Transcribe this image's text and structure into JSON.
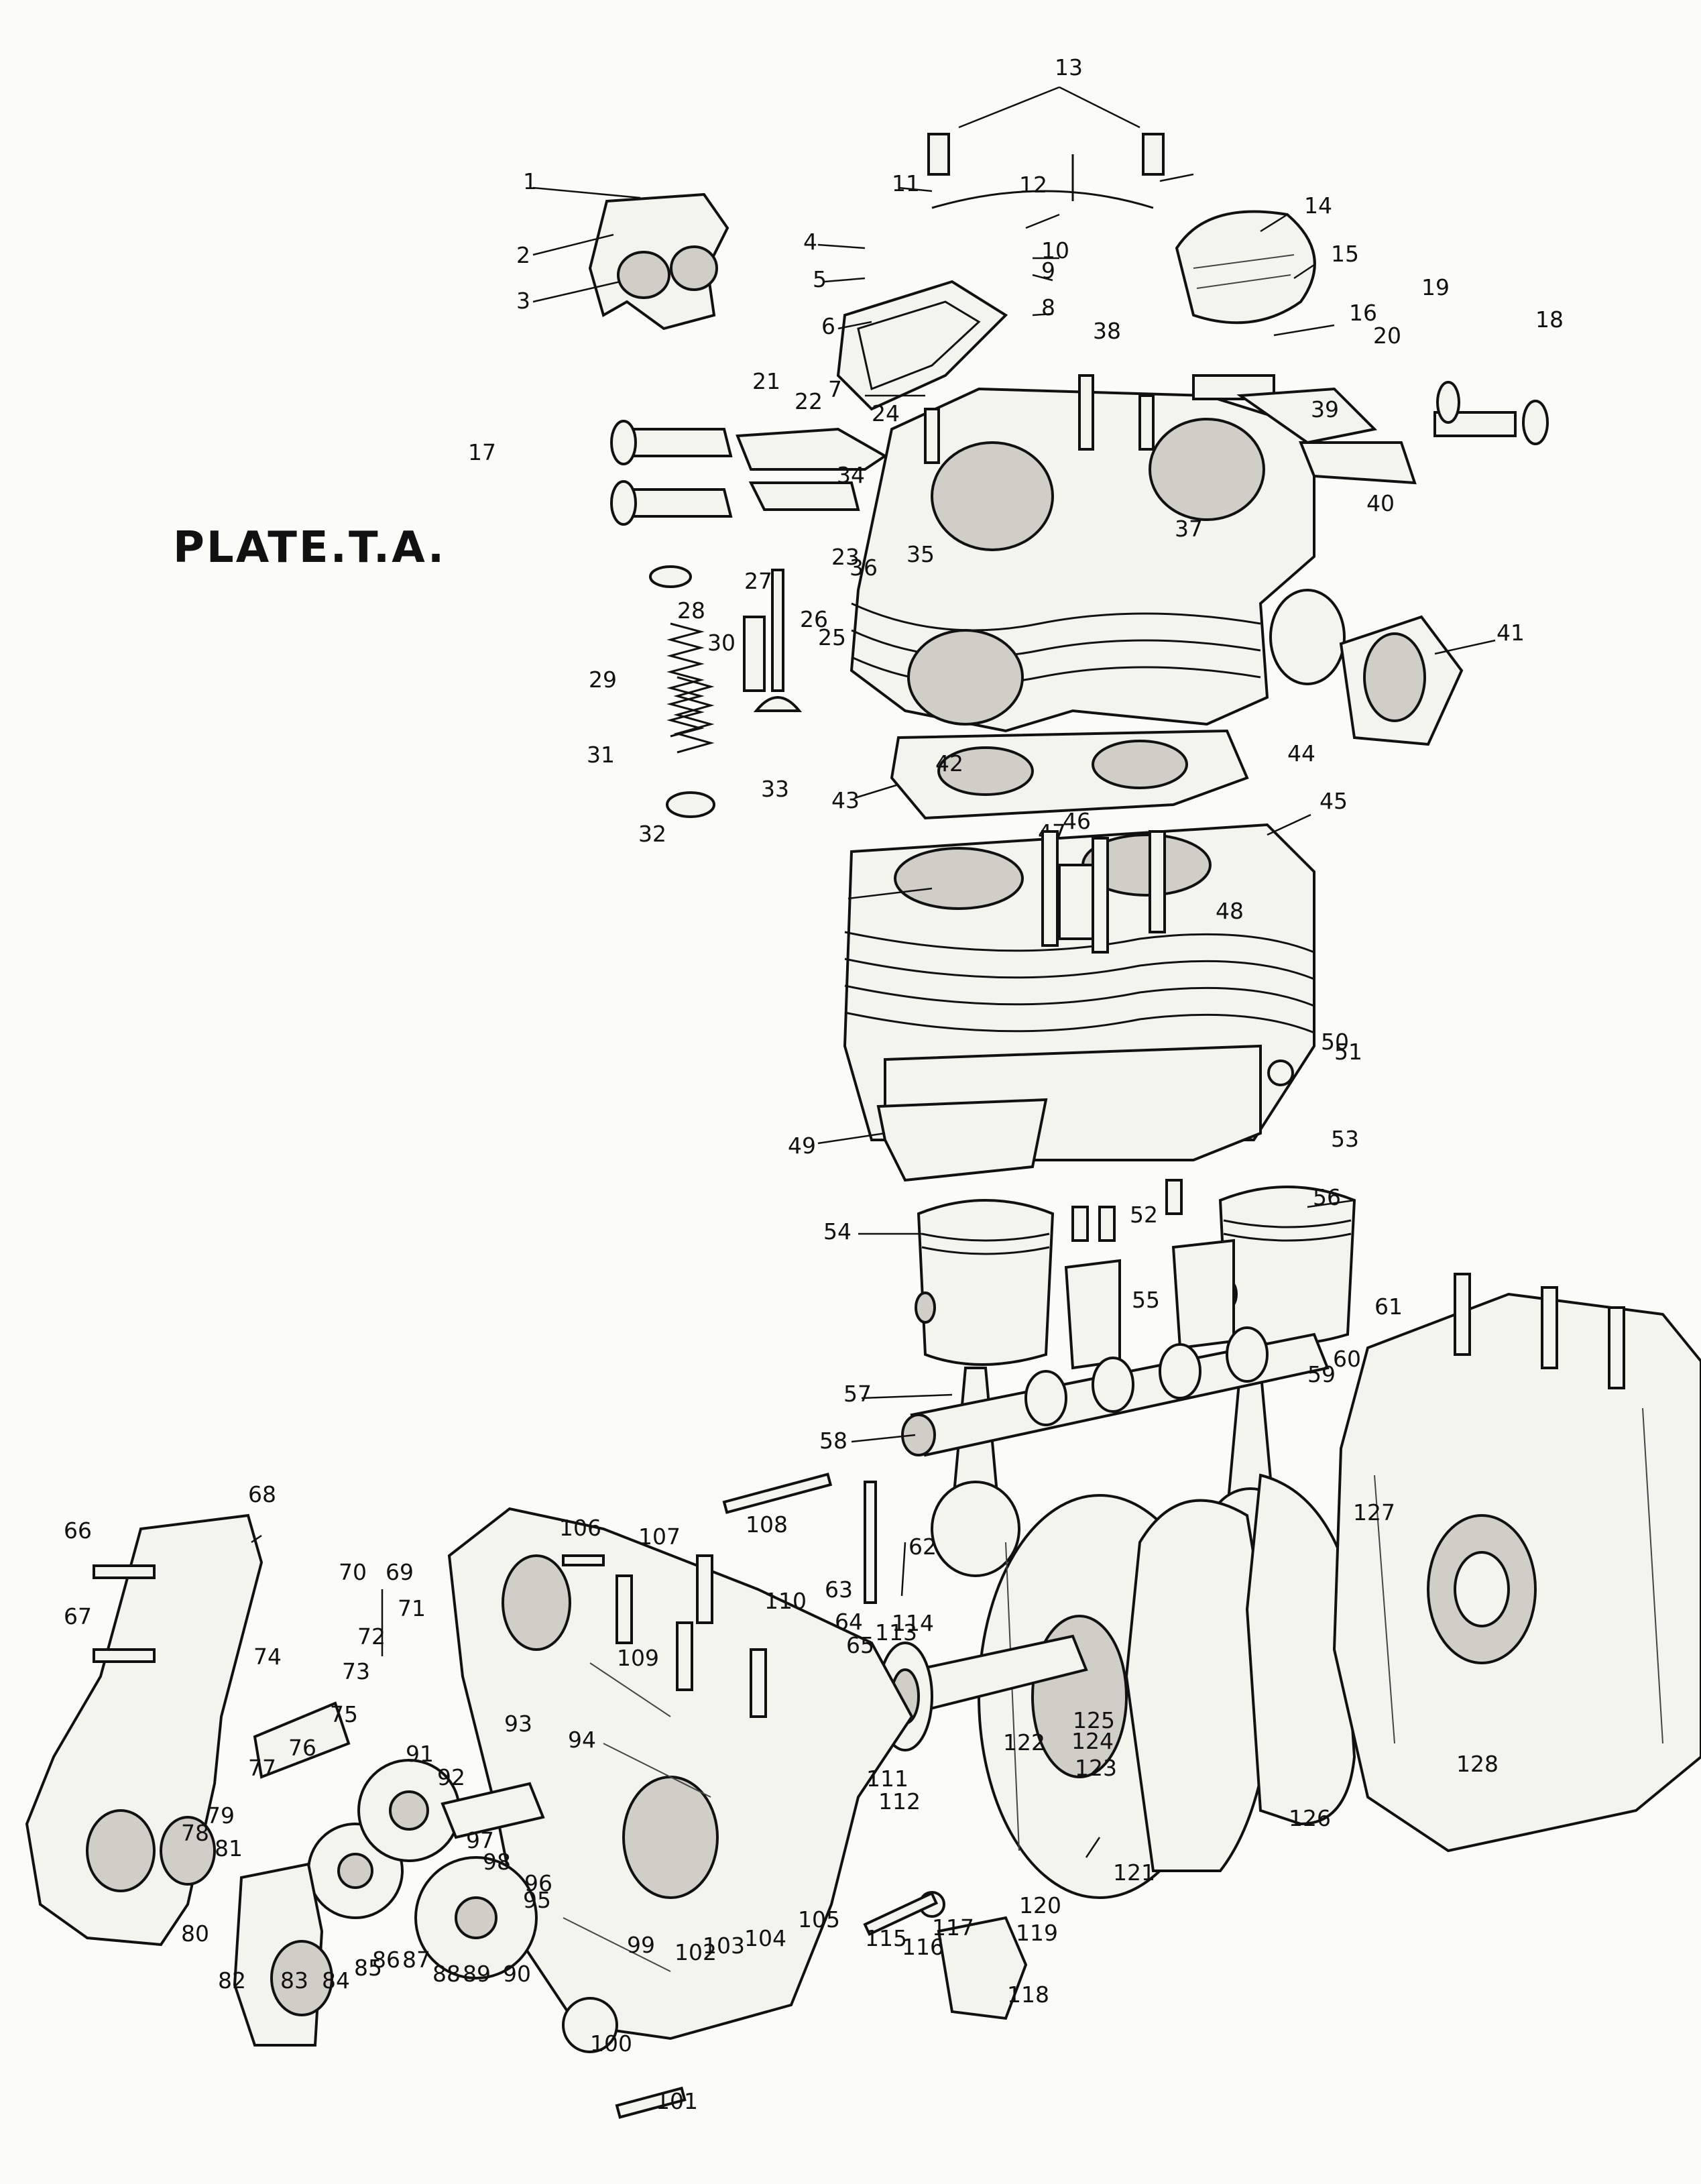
{
  "plate_title": "PLATE.T.A.",
  "callouts": [
    "1",
    "2",
    "3",
    "4",
    "5",
    "6",
    "7",
    "8",
    "9",
    "10",
    "11",
    "12",
    "13",
    "14",
    "15",
    "16",
    "17",
    "18",
    "19",
    "20",
    "21",
    "22",
    "23",
    "24",
    "25",
    "26",
    "27",
    "28",
    "29",
    "30",
    "31",
    "32",
    "33",
    "34",
    "35",
    "36",
    "37",
    "38",
    "39",
    "40",
    "41",
    "42",
    "43",
    "44",
    "45",
    "46",
    "47",
    "48",
    "49",
    "50",
    "51",
    "52",
    "53",
    "54",
    "55",
    "56",
    "57",
    "58",
    "59",
    "60",
    "61",
    "62",
    "63",
    "64",
    "65",
    "66",
    "67",
    "68",
    "69",
    "70",
    "71",
    "72",
    "73",
    "74",
    "75",
    "76",
    "77",
    "78",
    "79",
    "80",
    "81",
    "82",
    "83",
    "84",
    "85",
    "86",
    "87",
    "88",
    "89",
    "90",
    "91",
    "92",
    "93",
    "94",
    "95",
    "96",
    "97",
    "98",
    "99",
    "100",
    "101",
    "102",
    "103",
    "104",
    "105",
    "106",
    "107",
    "108",
    "109",
    "110",
    "111",
    "112",
    "113",
    "114",
    "115",
    "116",
    "117",
    "118",
    "119",
    "120",
    "121",
    "122",
    "123",
    "124",
    "125",
    "126",
    "127",
    "128"
  ]
}
